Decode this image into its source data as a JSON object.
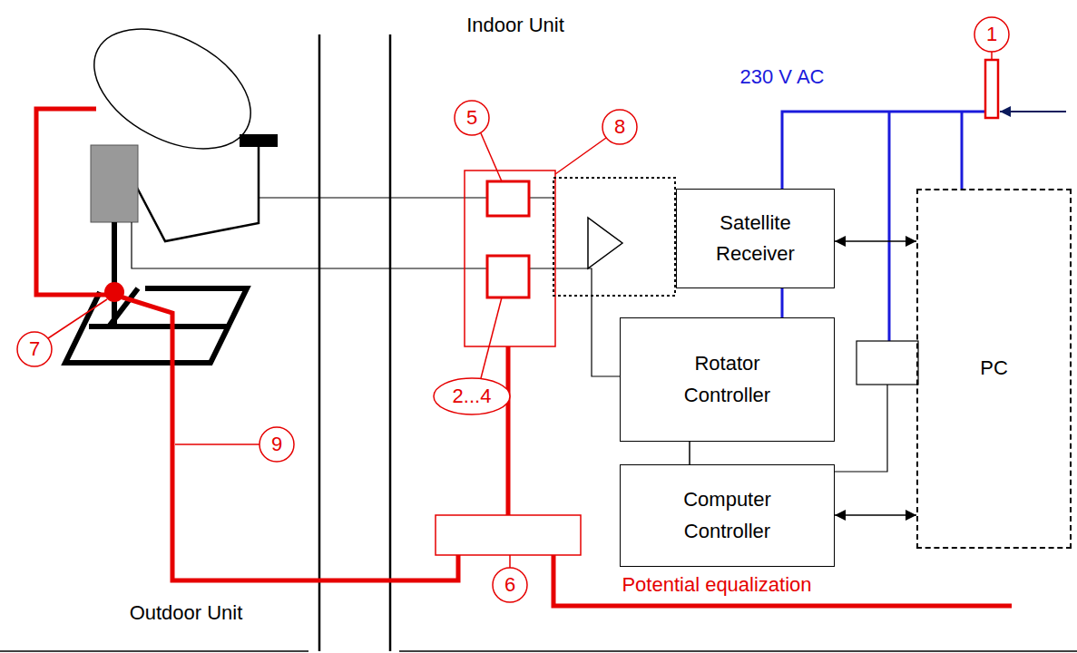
{
  "diagram": {
    "nodes": [
      {
        "text": [
          "Satellite Receiver"
        ]
      },
      {
        "text": [
          "Rotator Controller"
        ]
      },
      {
        "text": [
          "Computer Controller"
        ]
      },
      {
        "text": [
          "PC"
        ]
      }
    ],
    "edges": [
      {
        "from": 0,
        "to": 3,
        "arrow": "both"
      },
      {
        "from": 1,
        "to": 2,
        "arrow": "none"
      },
      {
        "from": 2,
        "to": 3,
        "arrow": "both"
      }
    ],
    "labels": [
      "Indoor Unit",
      "1",
      "230 V AC",
      "5",
      "8",
      "2...4",
      "7",
      "9",
      "6",
      "Potential equalization",
      "Outdoor Unit"
    ]
  }
}
